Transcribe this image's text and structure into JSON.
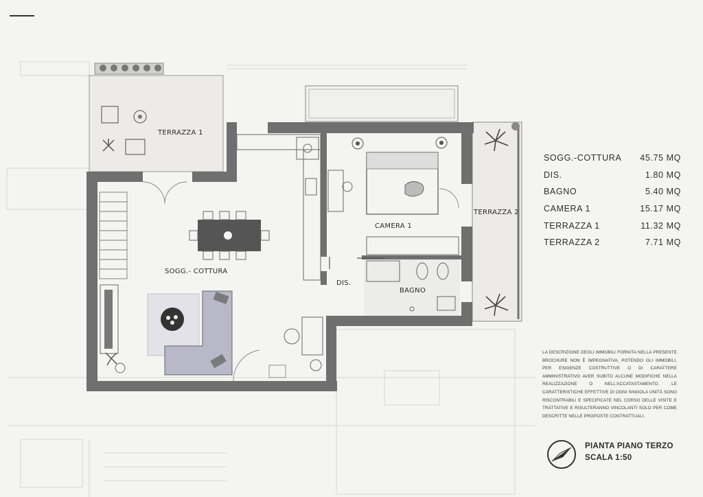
{
  "rooms": {
    "terrazza1": "TERRAZZA 1",
    "terrazza2": "TERRAZZA 2",
    "camera1": "CAMERA 1",
    "soggiorno": "SOGG.- COTTURA",
    "dis": "DIS.",
    "bagno": "BAGNO"
  },
  "areas": [
    {
      "name": "SOGG.-COTTURA",
      "value": "45.75 MQ"
    },
    {
      "name": "DIS.",
      "value": "1.80 MQ"
    },
    {
      "name": "BAGNO",
      "value": "5.40 MQ"
    },
    {
      "name": "CAMERA 1",
      "value": "15.17 MQ"
    },
    {
      "name": "TERRAZZA 1",
      "value": "11.32 MQ"
    },
    {
      "name": "TERRAZZA 2",
      "value": "7.71 MQ"
    }
  ],
  "disclaimer": "La descrizione degli immobili fornita nella presente brochure non è impegnativa, potendo gli immobili, per esigenze costruttive o di carattere amministrativo aver subito alcune modifiche nella realizzazione o nell'accatastamento. Le caratteristiche effettive di ogni singola unità sono riscontrabili e specificate nel corso delle visite e trattative e risulteranno vincolanti solo per come descritte nelle proposte contrattuali.",
  "plan_title": {
    "line1": "PIANTA PIANO TERZO",
    "line2": "SCALA 1:50"
  },
  "icons": [
    "compass-icon",
    "plant-icon",
    "sofa-icon",
    "bed-icon"
  ],
  "colors": {
    "wall": "#6f6f6f",
    "furniture": "#555555",
    "accent": "#8a8aa8"
  }
}
